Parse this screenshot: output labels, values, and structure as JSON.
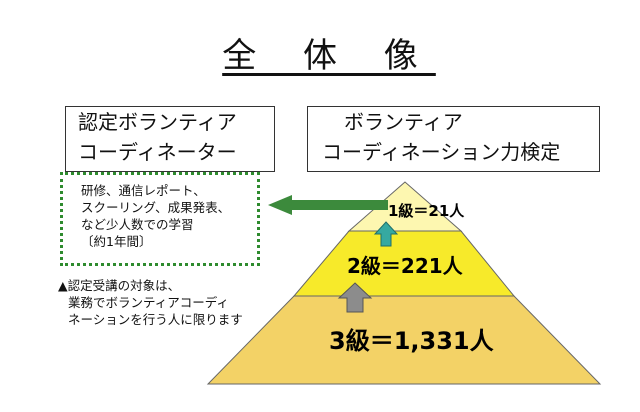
{
  "title": "全 体 像",
  "left_box": {
    "line1": "認定ボランティア",
    "line2": "コーディネーター"
  },
  "right_box": {
    "line1": "ボランティア",
    "line2": "コーディネーション力検定"
  },
  "training": {
    "line1": "研修、通信レポート、",
    "line2": "スクーリング、成果発表、",
    "line3": "など少人数での学習",
    "line4": "〔約1年間〕"
  },
  "note": {
    "line1": "▲認定受講の対象は、",
    "line2": "業務でボランティアコーディ",
    "line3": "ネーションを行う人に限ります"
  },
  "levels": {
    "level1": "1級＝21人",
    "level2": "2級＝221人",
    "level3": "3級＝1,331人"
  },
  "colors": {
    "top_tier": "#fdf7b0",
    "middle_tier": "#f7ea2a",
    "bottom_tier": "#f3d266",
    "green_arrow": "#3c8a3c",
    "teal_arrow": "#36a9a1",
    "gray_arrow": "#8c8c8c"
  }
}
